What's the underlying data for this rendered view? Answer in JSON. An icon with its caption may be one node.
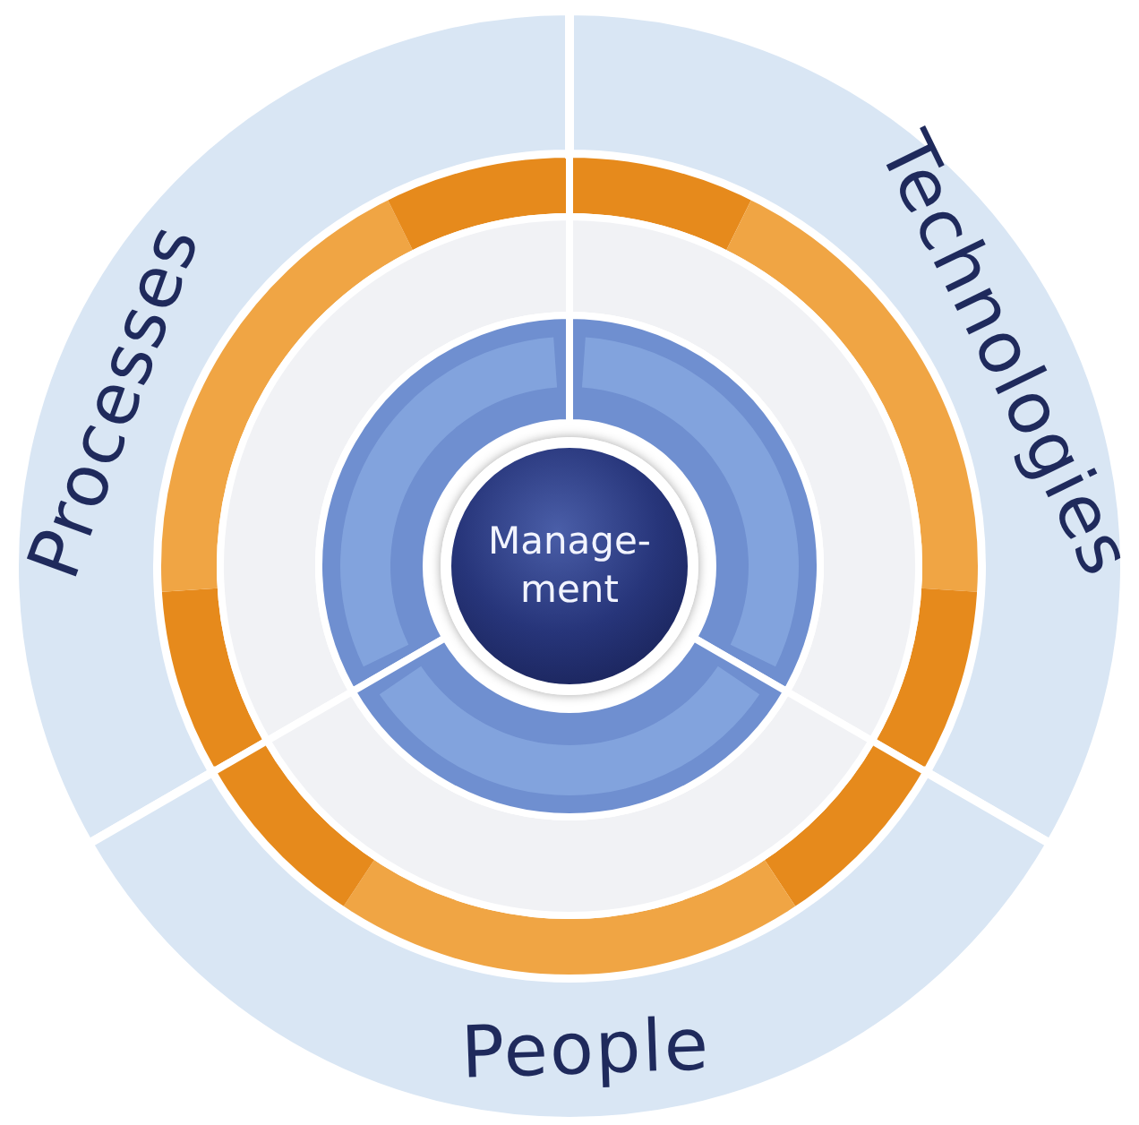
{
  "diagram": {
    "nodes": [
      {
        "text": [
          "Processes"
        ]
      },
      {
        "text": [
          "Technologies"
        ]
      },
      {
        "text": [
          "Manage- ment"
        ]
      },
      {
        "text": [
          "People"
        ]
      }
    ]
  }
}
